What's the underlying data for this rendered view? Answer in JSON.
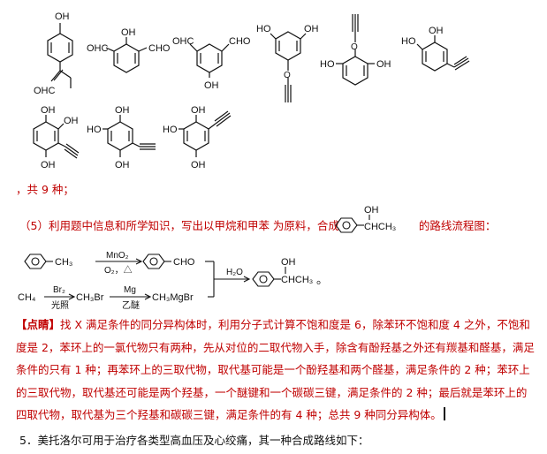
{
  "structures_row1": [
    {
      "labels": [
        "OH",
        "OHC"
      ]
    },
    {
      "labels": [
        "OHC",
        "OH",
        "CHO"
      ]
    },
    {
      "labels": [
        "OHC",
        "CHO",
        "OH"
      ]
    },
    {
      "labels": [
        "HO",
        "OH"
      ]
    },
    {
      "labels": [
        "HO",
        "OH"
      ]
    },
    {
      "labels": [
        "HO",
        "OH"
      ]
    }
  ],
  "structures_row2": [
    {
      "labels": [
        "OH",
        "OH",
        "OH"
      ]
    },
    {
      "labels": [
        "OH",
        "HO",
        "OH"
      ]
    },
    {
      "labels": [
        "OH",
        "HO",
        "OH"
      ]
    }
  ],
  "total_line": "，共 9 种；",
  "question5": "（5）利用题中信息和所学知识，写出以甲烷和甲苯 为原料，合成",
  "question5_tail": "的路线流程图：",
  "target_labels": {
    "oh": "OH",
    "chain": "CHCH₃"
  },
  "scheme": {
    "ch3": "CH₃",
    "mno2": "MnO₂",
    "o2": "O₂，△",
    "cho": "CHO",
    "ch4": "CH₄",
    "br2": "Br₂",
    "light": "光照",
    "ch3br": "CH₃Br",
    "mg": "Mg",
    "ether": "乙醚",
    "ch3mgbr": "CH₃MgBr",
    "h2o": "H₂O",
    "oh": "OH",
    "chch3": "CHCH₃",
    "end": "。"
  },
  "explain": {
    "tag": "【点睛】",
    "lines": [
      "找 X 满足条件的同分异构体时，利用分子式计算不饱和度是 6，除苯环不饱和度 4 之外，不饱和",
      "度是 2，苯环上的一氯代物只有两种，先从对位的二取代物入手，除含有酚羟基之外还有羰基和醛基，满足",
      "条件的只有 1 种；再苯环上的三取代物，取代基可能是一个酚羟基和两个醛基，满足条件的 2 种；苯环上",
      "的三取代物，取代基还可能是两个羟基，一个醚键和一个碳碳三键，满足条件的 2 种；最后就是苯环上的",
      "四取代物，取代基为三个羟基和碳碳三键，满足条件的有 4 种；总共 9 种同分异构体。"
    ]
  },
  "question_next": "5．美托洛尔可用于治疗各类型高血压及心绞痛，其一种合成路线如下："
}
